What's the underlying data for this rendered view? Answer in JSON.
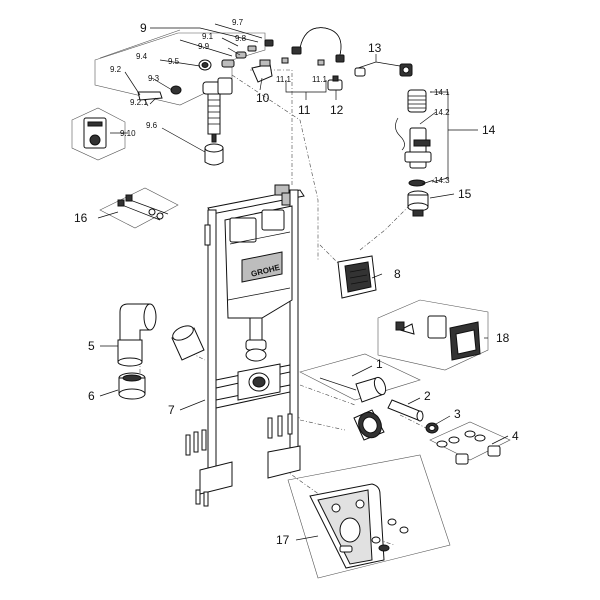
{
  "brand_logo": "GROHE",
  "labels": {
    "l1": "1",
    "l2": "2",
    "l3": "3",
    "l4": "4",
    "l5": "5",
    "l6": "6",
    "l7": "7",
    "l8": "8",
    "l9": "9",
    "l9_1": "9.1",
    "l9_2": "9.2",
    "l9_2_1": "9.2.1",
    "l9_3": "9.3",
    "l9_4": "9.4",
    "l9_5": "9.5",
    "l9_6": "9.6",
    "l9_7": "9.7",
    "l9_8": "9.8",
    "l9_9": "9.9",
    "l9_10": "9.10",
    "l10": "10",
    "l11": "11",
    "l11_1a": "11.1",
    "l11_1b": "11.1",
    "l12": "12",
    "l13": "13",
    "l14": "14",
    "l14_1": "14.1",
    "l14_2": "14.2",
    "l14_3": "14.3",
    "l15": "15",
    "l16": "16",
    "l17": "17",
    "l18": "18"
  }
}
